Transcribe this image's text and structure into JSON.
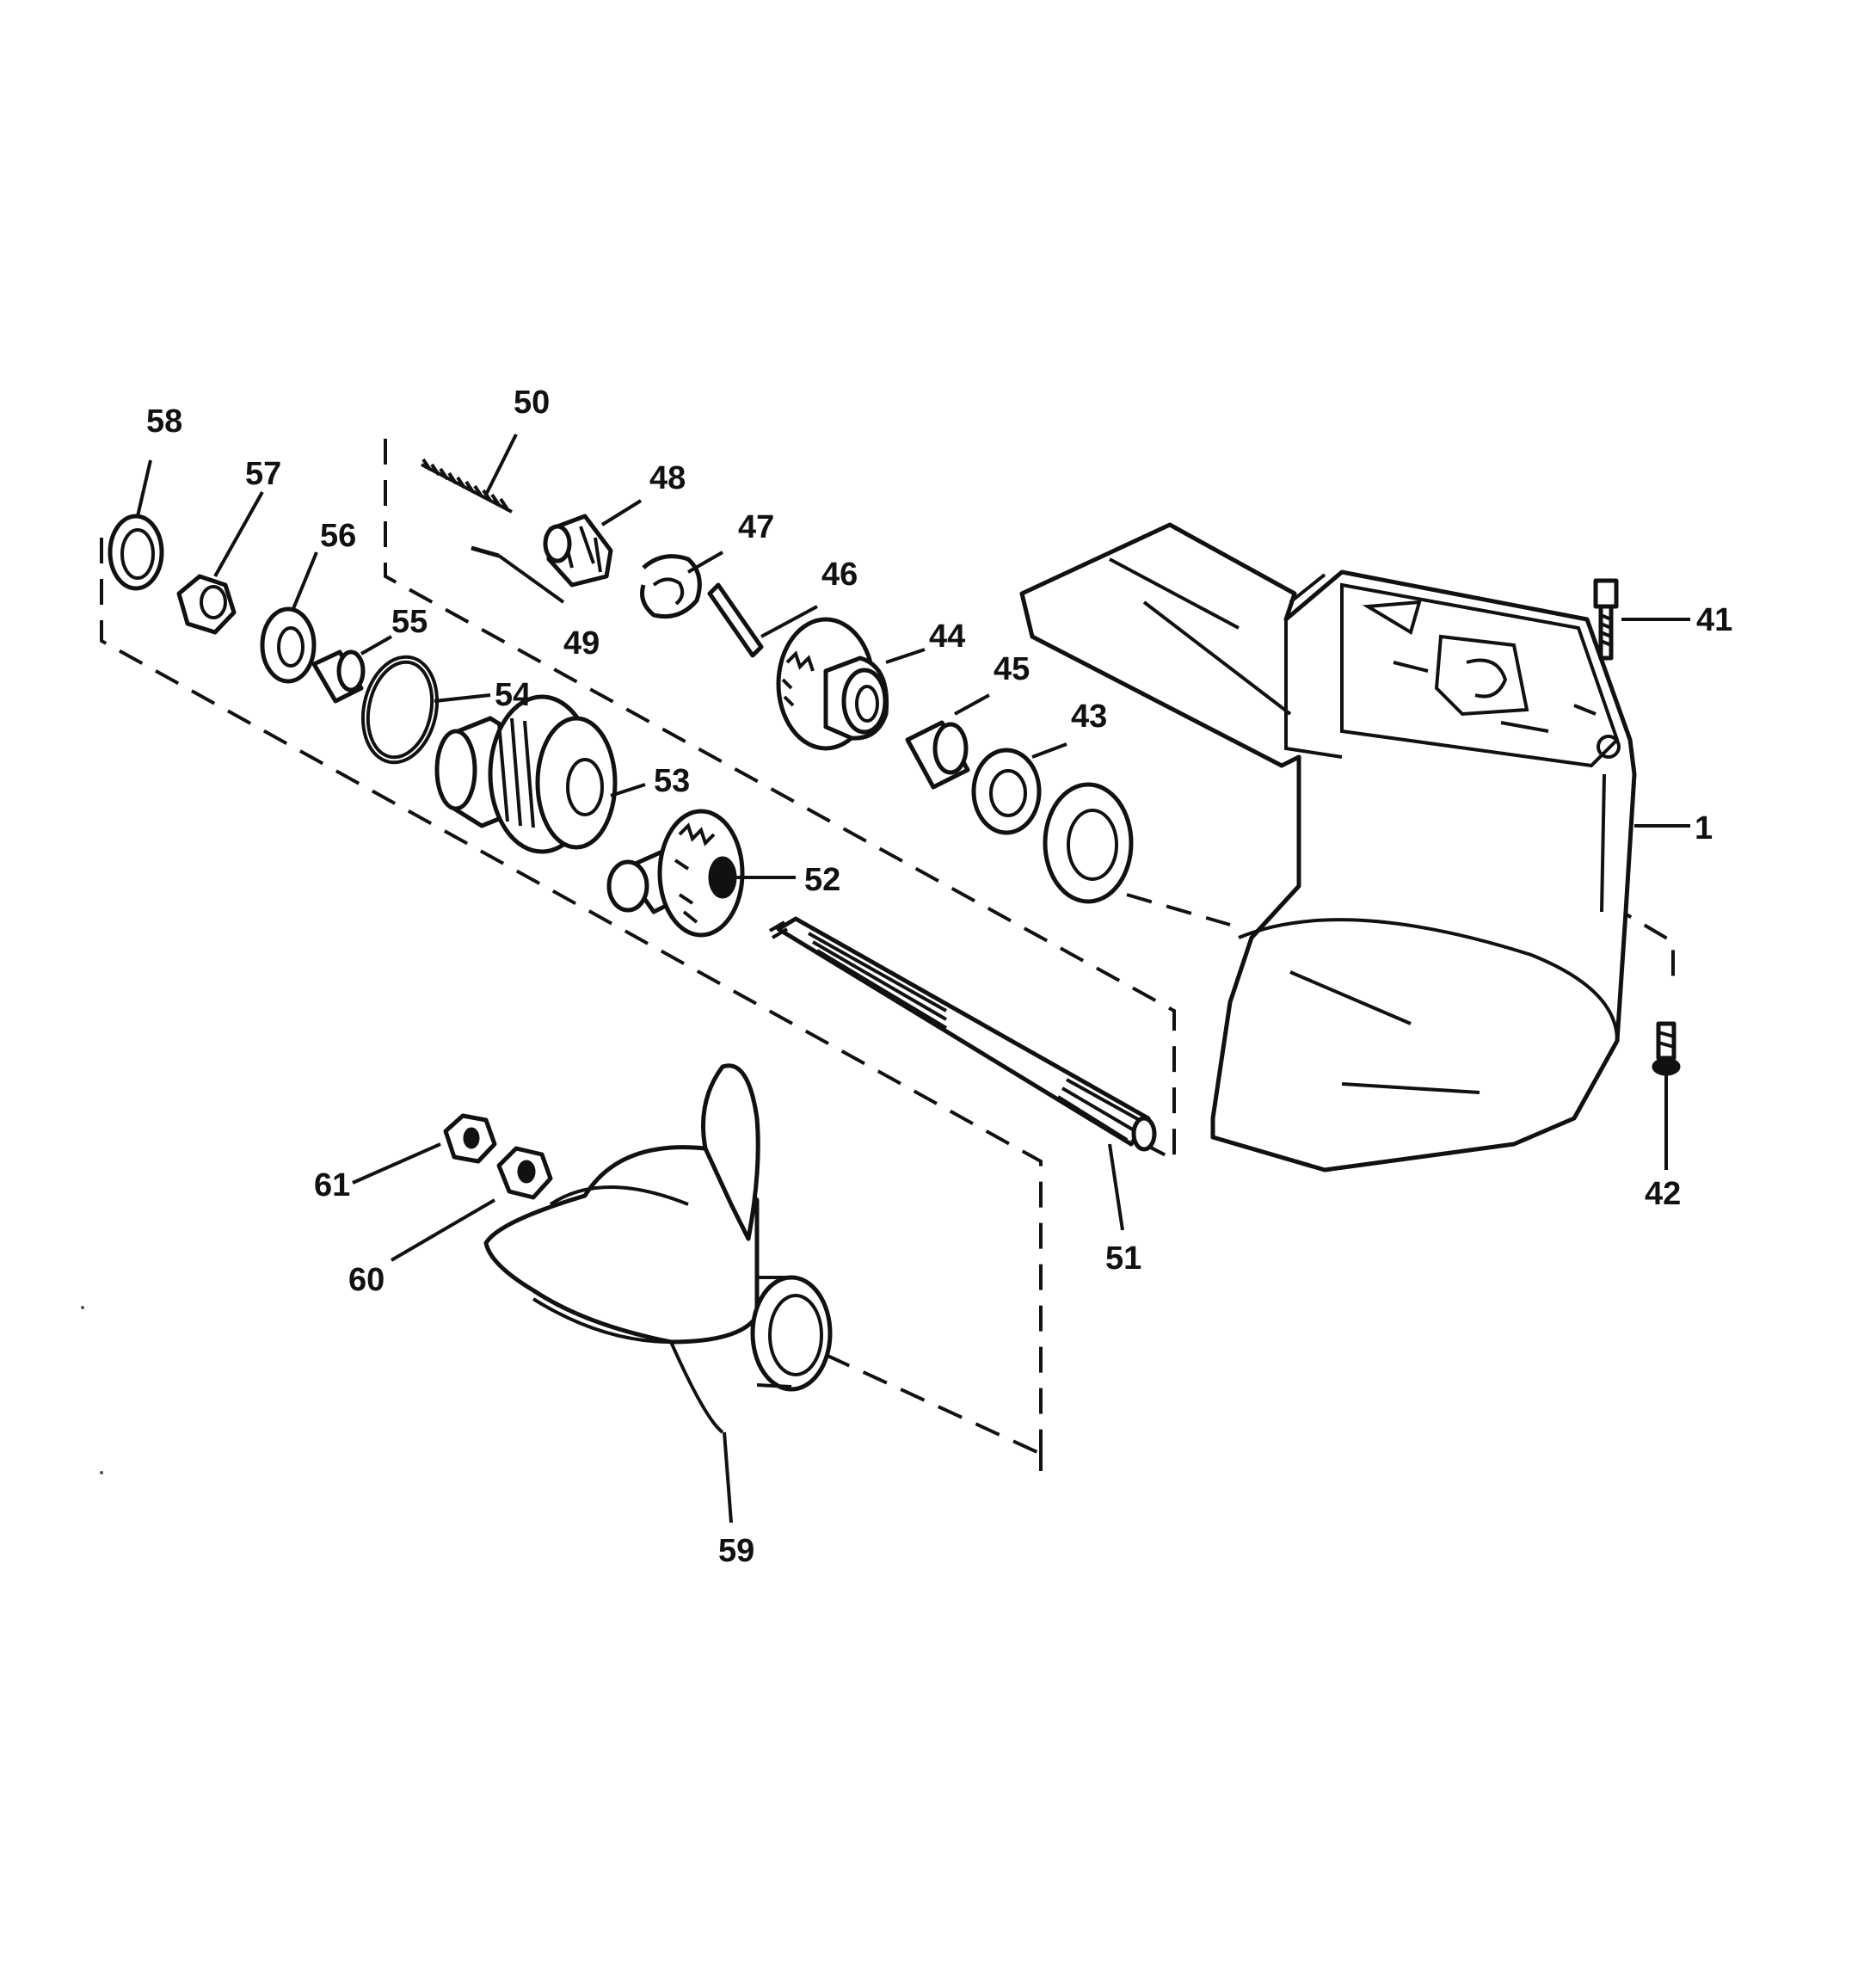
{
  "diagram": {
    "callouts": {
      "p1": "1",
      "p41": "41",
      "p42": "42",
      "p43": "43",
      "p44": "44",
      "p45": "45",
      "p46": "46",
      "p47": "47",
      "p48": "48",
      "p49": "49",
      "p50": "50",
      "p51": "51",
      "p52": "52",
      "p53": "53",
      "p54": "54",
      "p55": "55",
      "p56": "56",
      "p57": "57",
      "p58": "58",
      "p59": "59",
      "p60": "60",
      "p61": "61"
    }
  }
}
